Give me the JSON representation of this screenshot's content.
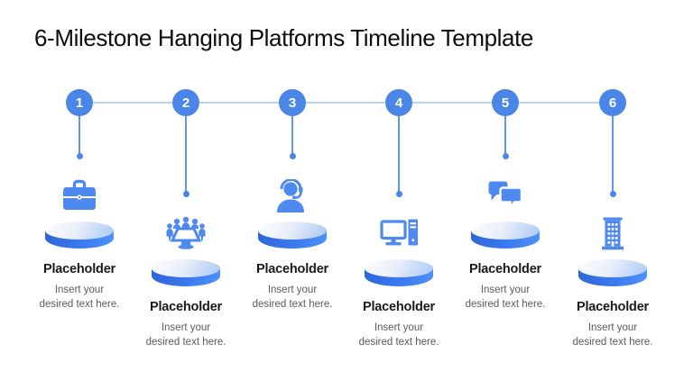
{
  "slide": {
    "title": "6-Milestone Hanging Platforms Timeline Template",
    "colors": {
      "accent_blue": "#4a86e8",
      "icon_blue": "#4d89ef",
      "connector_light_blue": "#b9d3f8",
      "hang_line_blue": "#5f95ee",
      "platform_side_dark": "#2e66d8",
      "platform_side_bright": "#4d92fa",
      "platform_top_light": "#fdfdfe",
      "platform_top_shade": "#a9c8f5",
      "title_color": "#0d0d0d",
      "heading_color": "#1a1a1a",
      "body_text_color": "#5a5a5a"
    },
    "milestones": [
      {
        "number": "1",
        "icon": "briefcase-icon",
        "position": "high",
        "heading": "Placeholder",
        "description": "Insert your desired text here."
      },
      {
        "number": "2",
        "icon": "meeting-table-icon",
        "position": "low",
        "heading": "Placeholder",
        "description": "Insert your desired text here."
      },
      {
        "number": "3",
        "icon": "support-agent-icon",
        "position": "high",
        "heading": "Placeholder",
        "description": "Insert your desired text here."
      },
      {
        "number": "4",
        "icon": "desktop-computer-icon",
        "position": "low",
        "heading": "Placeholder",
        "description": "Insert your desired text here."
      },
      {
        "number": "5",
        "icon": "chat-bubbles-icon",
        "position": "high",
        "heading": "Placeholder",
        "description": "Insert your desired text here."
      },
      {
        "number": "6",
        "icon": "office-building-icon",
        "position": "low",
        "heading": "Placeholder",
        "description": "Insert your desired text here."
      }
    ]
  }
}
